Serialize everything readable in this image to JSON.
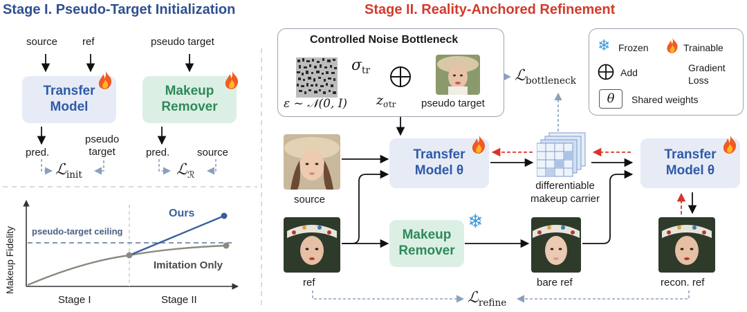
{
  "stage1": {
    "title": "Stage I. Pseudo-Target Initialization",
    "source": "source",
    "ref": "ref",
    "pseudo_target": "pseudo target",
    "transfer_model": [
      "Transfer",
      "Model"
    ],
    "makeup_remover": [
      "Makeup",
      "Remover"
    ],
    "pred_left": "pred.",
    "pseudo_target_out": [
      "pseudo",
      "target"
    ],
    "pred_right": "pred.",
    "source_out": "source",
    "loss_init": "init",
    "loss_r": "ℛ",
    "loss_symbol": "ℒ"
  },
  "plot": {
    "ylabel": "Makeup Fidelity",
    "ceiling_label": "pseudo-target ceiling",
    "ours_label": "Ours",
    "imitation_label": "Imitation Only",
    "xticks": [
      "Stage I",
      "Stage II"
    ]
  },
  "stage2": {
    "title": "Stage II. Reality-Anchored Refinement",
    "bottleneck_title": "Controlled Noise Bottleneck",
    "sigma": "σ",
    "sigma_sub": "tr",
    "epsilon": "ε ~ 𝒩(0, I)",
    "z_sym": "z",
    "z_sub": "σtr",
    "pseudo_target": "pseudo target",
    "loss_bottleneck": "bottleneck",
    "transfer_model_1": [
      "Transfer",
      "Model θ"
    ],
    "transfer_model_2": [
      "Transfer",
      "Model θ"
    ],
    "makeup_remover": [
      "Makeup",
      "Remover"
    ],
    "source": "source",
    "ref": "ref",
    "bare_ref": "bare ref",
    "recon_ref": "recon. ref",
    "carrier": [
      "differentiable",
      "makeup carrier"
    ],
    "loss_refine": "refine"
  },
  "legend": {
    "frozen": "Frozen",
    "trainable": "Trainable",
    "add": "Add",
    "gradient": "Gradient",
    "loss": "Loss",
    "theta": "θ",
    "shared": "Shared weights"
  },
  "colors": {
    "blue_title": "#2f4f8f",
    "red_title": "#d23b2b",
    "ours_line": "#3a5f9e",
    "imitation_line": "#8a8a80",
    "ceiling_line": "#5a6f94",
    "dashed_loss": "#8aa0bd",
    "gradient": "#d9342b"
  }
}
